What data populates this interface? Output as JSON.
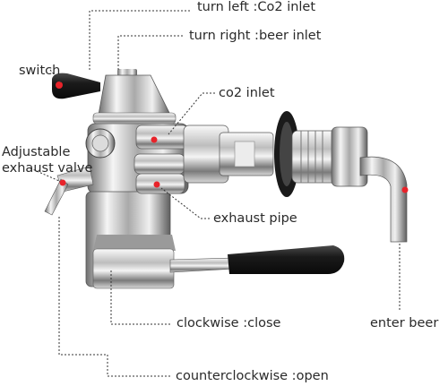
{
  "labels": {
    "turn_left": "turn left :Co2 inlet",
    "turn_right": "turn right :beer inlet",
    "switch": "switch",
    "co2_inlet": "co2 inlet",
    "adjustable_line1": "Adjustable",
    "adjustable_line2": "exhaust valve",
    "exhaust_pipe": "exhaust pipe",
    "clockwise": "clockwise :close",
    "counterclockwise": "counterclockwise :open",
    "enter_beer": "enter beer"
  },
  "colors": {
    "leader_line": "#333333",
    "marker_dot": "#e8232a",
    "chrome_light": "#f2f2f2",
    "chrome_dark": "#6c6c6c",
    "handle_black": "#1c1c1c"
  }
}
